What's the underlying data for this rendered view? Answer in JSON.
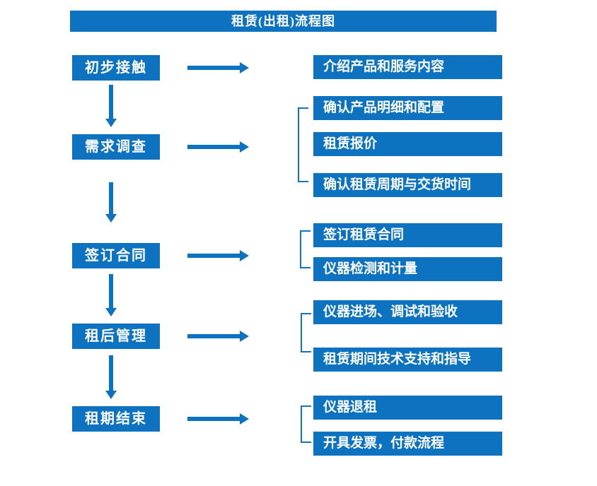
{
  "title": "租赁(出租)流程图",
  "colors": {
    "primary_blue": "#0d72bf",
    "bracket_blue": "#1274c5",
    "text_white": "#ffffff",
    "background": "#ffffff"
  },
  "groups": [
    {
      "step": "初步接触",
      "details": [
        "介绍产品和服务内容"
      ]
    },
    {
      "step": "需求调查",
      "details": [
        "确认产品明细和配置",
        "租赁报价",
        "确认租赁周期与交货时间"
      ]
    },
    {
      "step": "签订合同",
      "details": [
        "签订租赁合同",
        "仪器检测和计量"
      ]
    },
    {
      "step": "租后管理",
      "details": [
        "仪器进场、调试和验收",
        "租赁期间技术支持和指导"
      ]
    },
    {
      "step": "租期结束",
      "details": [
        "仪器退租",
        "开具发票，付款流程"
      ]
    }
  ]
}
